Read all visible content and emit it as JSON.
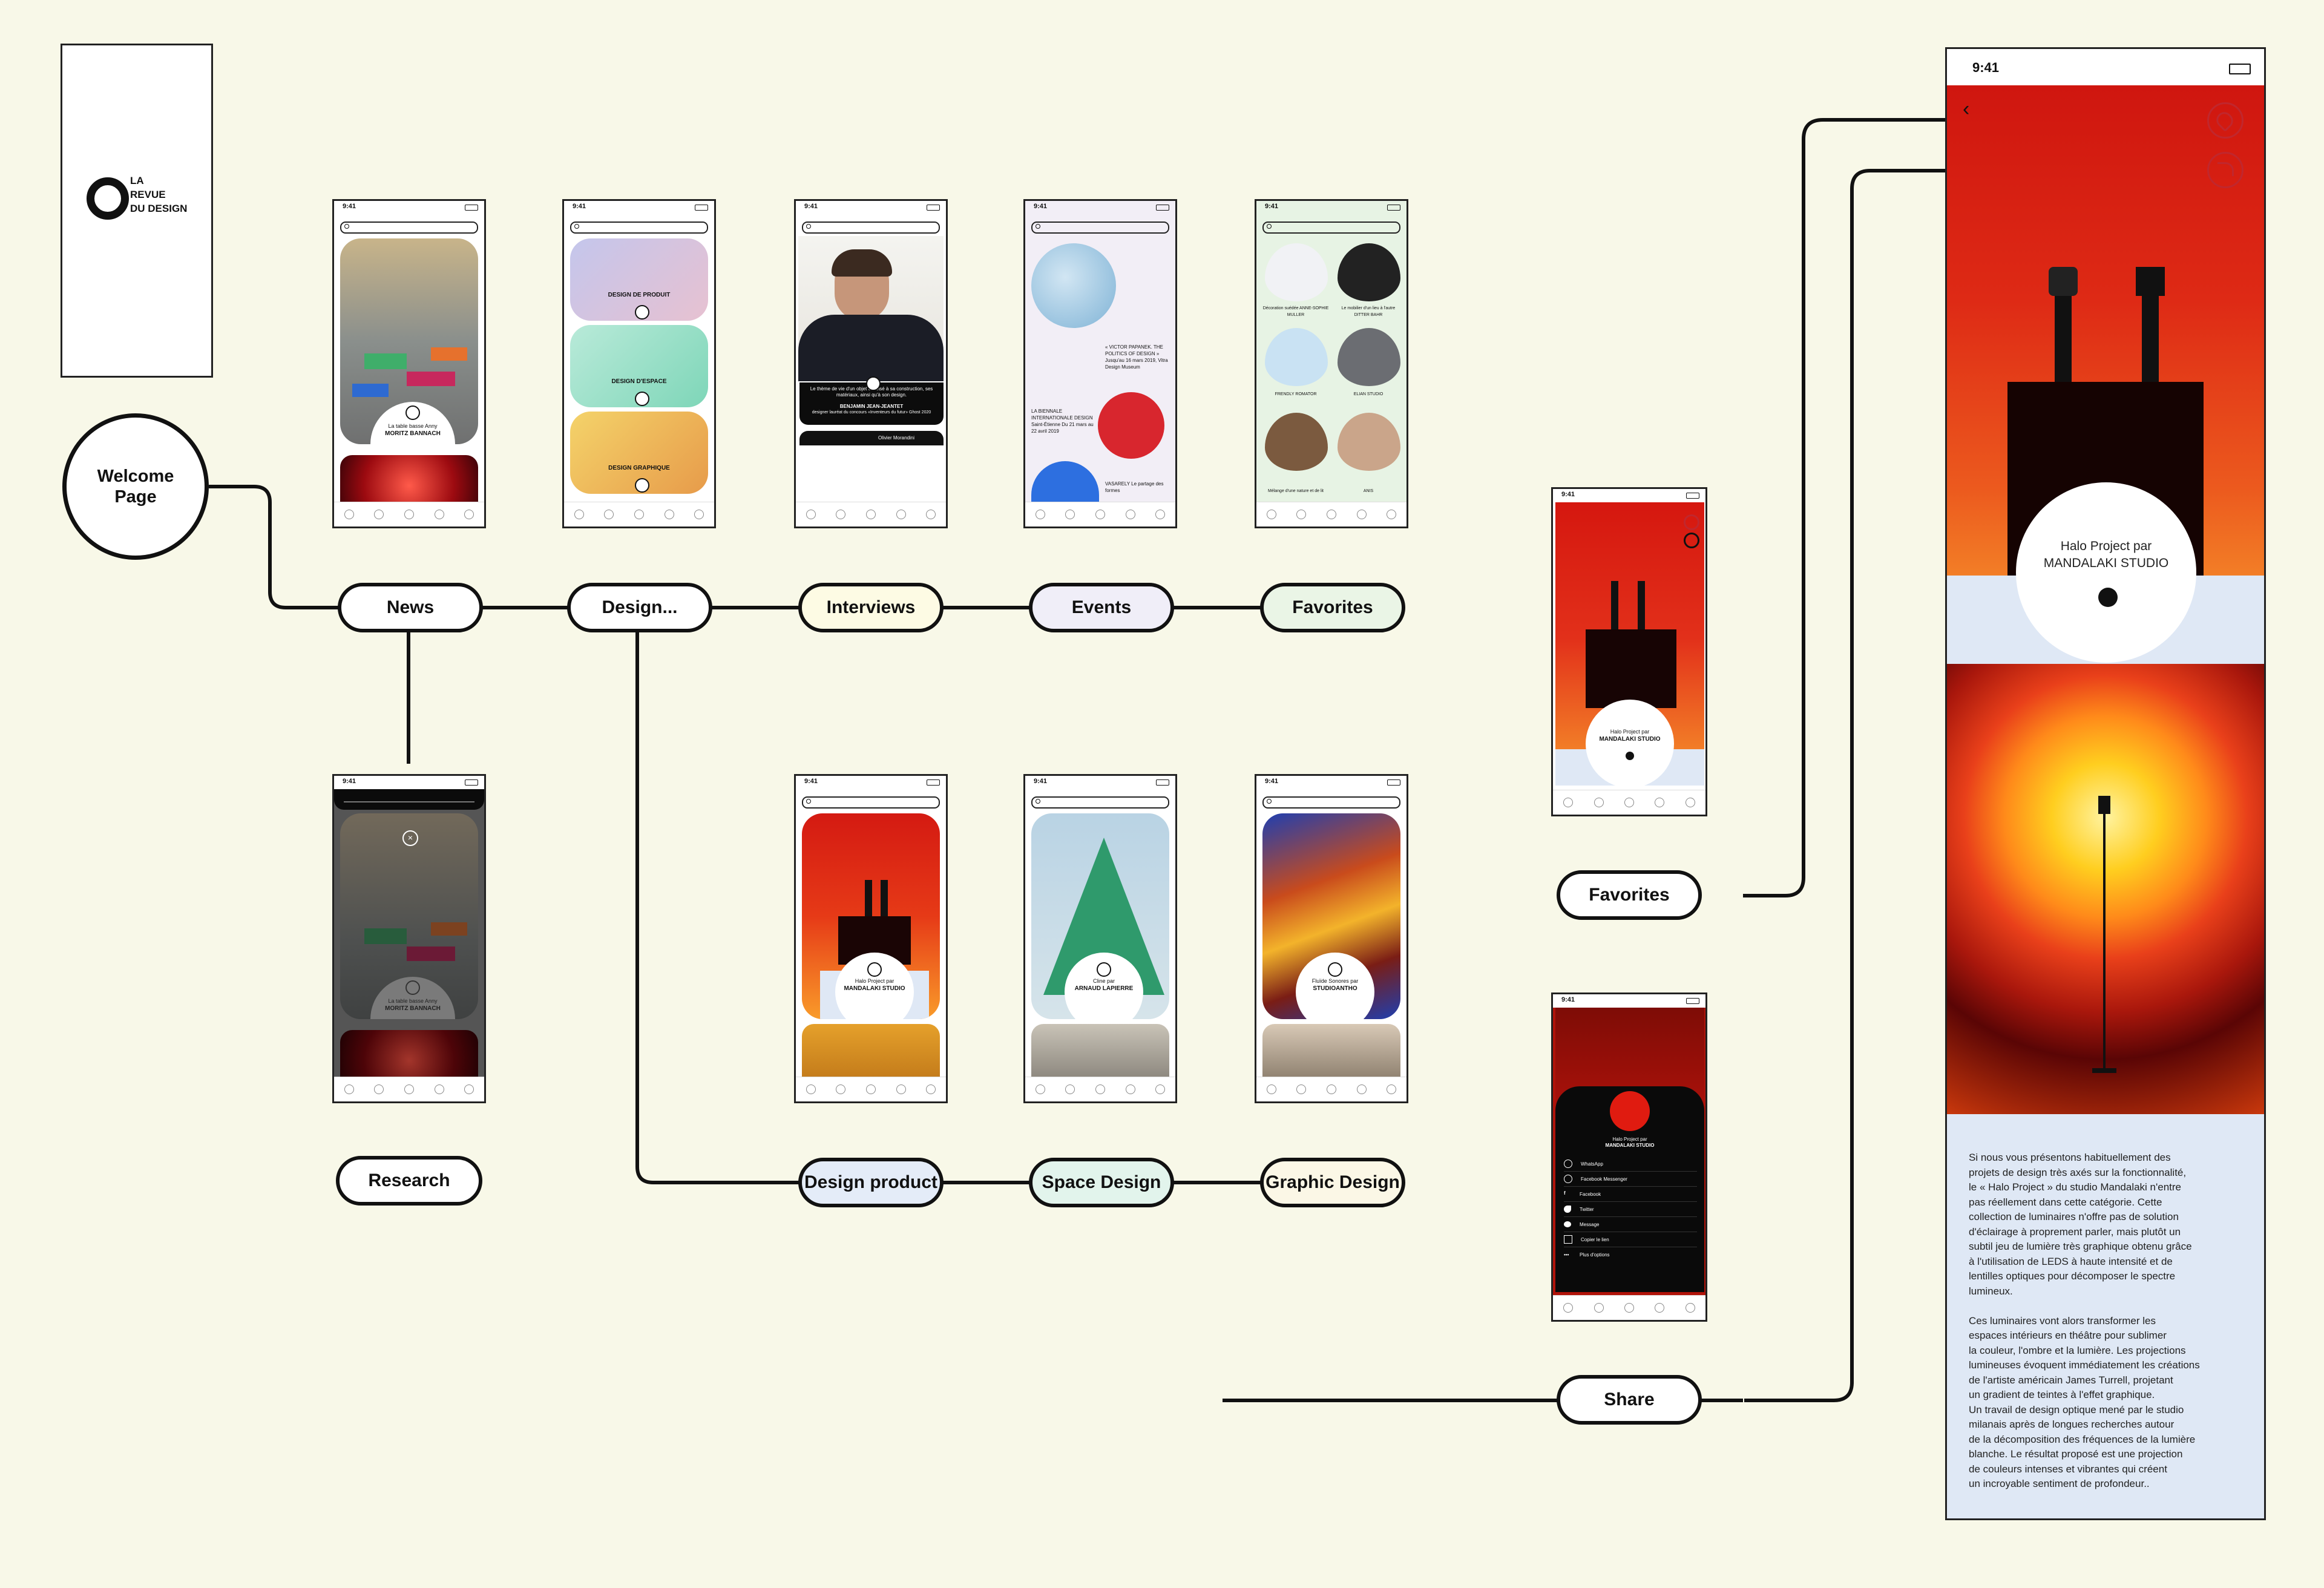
{
  "logo": {
    "line1": "LA",
    "line2": "REVUE",
    "line3": "DU DESIGN"
  },
  "welcome": {
    "line1": "Welcome",
    "line2": "Page"
  },
  "nav_pills": [
    "News",
    "Design...",
    "Interviews",
    "Events",
    "Favorites"
  ],
  "sub_pills": [
    "Research",
    "Design product",
    "Space Design",
    "Graphic Design"
  ],
  "side_pills": [
    "Favorites",
    "Share"
  ],
  "pill_colors": {
    "Interviews": "#fdfbe4",
    "Events": "#f0eef8",
    "Favorites": "#eaf5e6",
    "Design product": "#e4ecf8",
    "Space Design": "#e2f4ec",
    "Graphic Design": "#fbf7e6"
  },
  "status_time": "9:41",
  "screens": {
    "news": {
      "caption1": "La table basse Anny",
      "caption2": "MORITZ BANNACH"
    },
    "design": {
      "c1": "DESIGN DE PRODUIT",
      "c2": "DESIGN D'ESPACE",
      "c3": "DESIGN GRAPHIQUE"
    },
    "interviews": {
      "quote": "Le thème de vie d'un objet est visé à sa construction, ses matériaux, ainsi qu'à son design.",
      "name": "BENJAMIN JEAN-JEANTET",
      "sub": "designer lauréat du concours «Inventeurs du futur» Ghost 2020",
      "footer": "Olivier Morandini"
    },
    "events": {
      "e1": "« VICTOR PAPANEK. THE POLITICS OF DESIGN » Jusqu'au 16 mars 2019, Vitra Design Museum",
      "e2": "LA BIENNALE INTERNATIONALE DESIGN Saint-Étienne Du 21 mars au 22 avril 2019",
      "e3": "VASARELY Le partage des formes"
    },
    "favorites": {
      "f1": "Décoration suédée ANNE-SOPHIE MULLER",
      "f2": "Le mobilier d'un lieu à l'autre DITTER BAHR",
      "f3": "FRENDLY ROMATOR",
      "f4": "ELIAN STUDIO",
      "f5": "Mélange d'une nature et de lit",
      "f6": "ANIS"
    },
    "research": {
      "caption1": "La table basse Anny",
      "caption2": "MORITZ BANNACH"
    },
    "design_product": {
      "caption1": "Halo Project par",
      "caption2": "MANDALAKI STUDIO"
    },
    "space_design": {
      "caption1": "Cline par",
      "caption2": "ARNAUD LAPIERRE"
    },
    "graphic_design": {
      "caption1": "Fluïde Sonores par",
      "caption2": "STUDIOANTHO"
    }
  },
  "share_sheet": [
    "WhatsApp",
    "Facebook Messenger",
    "Facebook",
    "Twitter",
    "Message",
    "Copier le lien",
    "Plus d'options"
  ],
  "detail": {
    "caption1": "Halo Project par",
    "caption2": "MANDALAKI STUDIO",
    "body": "Si nous vous présentons habituellement des\nprojets de design très axés sur la fonctionnalité,\nle « Halo Project » du studio Mandalaki n'entre\npas réellement dans cette catégorie. Cette\ncollection de luminaires n'offre pas de solution\nd'éclairage à proprement parler, mais plutôt un\nsubtil jeu de lumière très graphique obtenu grâce\nà l'utilisation de LEDS à haute intensité et de\nlentilles optiques pour décomposer le spectre\nlumineux.\n\nCes luminaires vont alors transformer les\nespaces intérieurs en théâtre pour sublimer\nla couleur, l'ombre et la lumière. Les projections\nlumineuses évoquent immédiatement les créations\nde l'artiste américain James Turrell, projetant\nun gradient de teintes à l'effet graphique.\nUn travail de design optique mené par le studio\nmilanais après de longues recherches autour\nde la décomposition des fréquences de la lumière\nblanche. Le résultat proposé est une projection\nde couleurs intenses et vibrantes qui créent\nun incroyable sentiment de profondeur.."
  }
}
